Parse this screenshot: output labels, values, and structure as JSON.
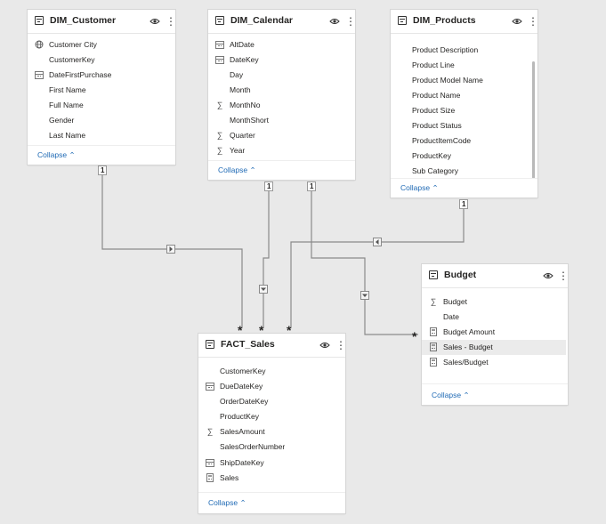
{
  "tables": {
    "dim_customer": {
      "title": "DIM_Customer",
      "fields": [
        {
          "label": "Customer City",
          "icon": "globe-icon"
        },
        {
          "label": "CustomerKey",
          "icon": ""
        },
        {
          "label": "DateFirstPurchase",
          "icon": "calendar-icon"
        },
        {
          "label": "First Name",
          "icon": ""
        },
        {
          "label": "Full Name",
          "icon": ""
        },
        {
          "label": "Gender",
          "icon": ""
        },
        {
          "label": "Last Name",
          "icon": ""
        }
      ],
      "collapse": "Collapse"
    },
    "dim_calendar": {
      "title": "DIM_Calendar",
      "fields": [
        {
          "label": "AltDate",
          "icon": "calendar-icon"
        },
        {
          "label": "DateKey",
          "icon": "calendar-icon"
        },
        {
          "label": "Day",
          "icon": ""
        },
        {
          "label": "Month",
          "icon": ""
        },
        {
          "label": "MonthNo",
          "icon": "sigma-icon"
        },
        {
          "label": "MonthShort",
          "icon": ""
        },
        {
          "label": "Quarter",
          "icon": "sigma-icon"
        },
        {
          "label": "Year",
          "icon": "sigma-icon"
        }
      ],
      "collapse": "Collapse"
    },
    "dim_products": {
      "title": "DIM_Products",
      "fields": [
        {
          "label": "Product Description",
          "icon": ""
        },
        {
          "label": "Product Line",
          "icon": ""
        },
        {
          "label": "Product Model Name",
          "icon": ""
        },
        {
          "label": "Product Name",
          "icon": ""
        },
        {
          "label": "Product Size",
          "icon": ""
        },
        {
          "label": "Product Status",
          "icon": ""
        },
        {
          "label": "ProductItemCode",
          "icon": ""
        },
        {
          "label": "ProductKey",
          "icon": ""
        },
        {
          "label": "Sub Category",
          "icon": ""
        }
      ],
      "collapse": "Collapse"
    },
    "fact_sales": {
      "title": "FACT_Sales",
      "fields": [
        {
          "label": "CustomerKey",
          "icon": ""
        },
        {
          "label": "DueDateKey",
          "icon": "calendar-icon"
        },
        {
          "label": "OrderDateKey",
          "icon": ""
        },
        {
          "label": "ProductKey",
          "icon": ""
        },
        {
          "label": "SalesAmount",
          "icon": "sigma-icon"
        },
        {
          "label": "SalesOrderNumber",
          "icon": ""
        },
        {
          "label": "ShipDateKey",
          "icon": "calendar-icon"
        },
        {
          "label": "Sales",
          "icon": "measure-icon"
        }
      ],
      "collapse": "Collapse"
    },
    "budget": {
      "title": "Budget",
      "fields": [
        {
          "label": "Budget",
          "icon": "sigma-icon"
        },
        {
          "label": "Date",
          "icon": ""
        },
        {
          "label": "Budget Amount",
          "icon": "measure-icon"
        },
        {
          "label": "Sales - Budget",
          "icon": "measure-icon"
        },
        {
          "label": "Sales/Budget",
          "icon": "measure-icon"
        }
      ],
      "collapse": "Collapse"
    }
  },
  "relationships": {
    "one": "1",
    "many": "*"
  },
  "colors": {
    "canvas": "#e9e9e9",
    "line": "#8a8a8a",
    "link": "#1f6ab5"
  }
}
